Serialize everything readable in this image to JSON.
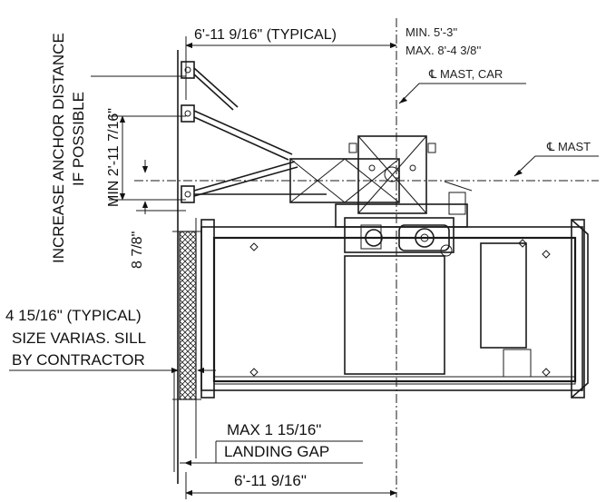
{
  "labels": {
    "top_dimension": "6'-11 9/16\" (TYPICAL)",
    "mast_min": "MIN. 5'-3''",
    "mast_max": "MAX. 8'-4 3/8''",
    "centerline_mast_car": "℄ MAST, CAR",
    "centerline_mast": "℄ MAST",
    "anchor_note_line1": "INCREASE ANCHOR DISTANCE",
    "anchor_note_line2": "IF POSSIBLE",
    "min_anchor": "MIN 2'-11 7/16\"",
    "offset_dim": "8 7/8\"",
    "sill_line1": "4 15/16\" (TYPICAL)",
    "sill_line2": "SIZE VARIAS. SILL",
    "sill_line3": "BY CONTRACTOR",
    "gap_line1": "MAX 1 15/16\"",
    "gap_line2": "LANDING GAP",
    "bottom_dimension": "6'-11 9/16\""
  },
  "colors": {
    "ink": "#1a1a1a",
    "background": "#ffffff"
  }
}
